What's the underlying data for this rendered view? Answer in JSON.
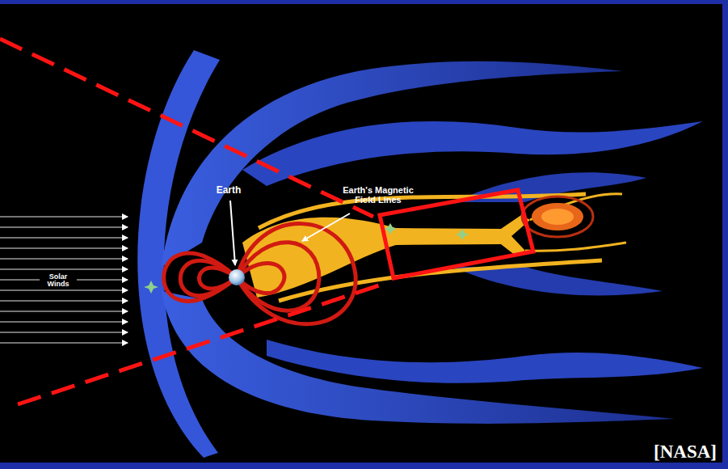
{
  "diagram": {
    "labels": [
      "Earth",
      "Earth's Magnetic Field Lines",
      "Solar Winds",
      "[NASA]"
    ]
  }
}
